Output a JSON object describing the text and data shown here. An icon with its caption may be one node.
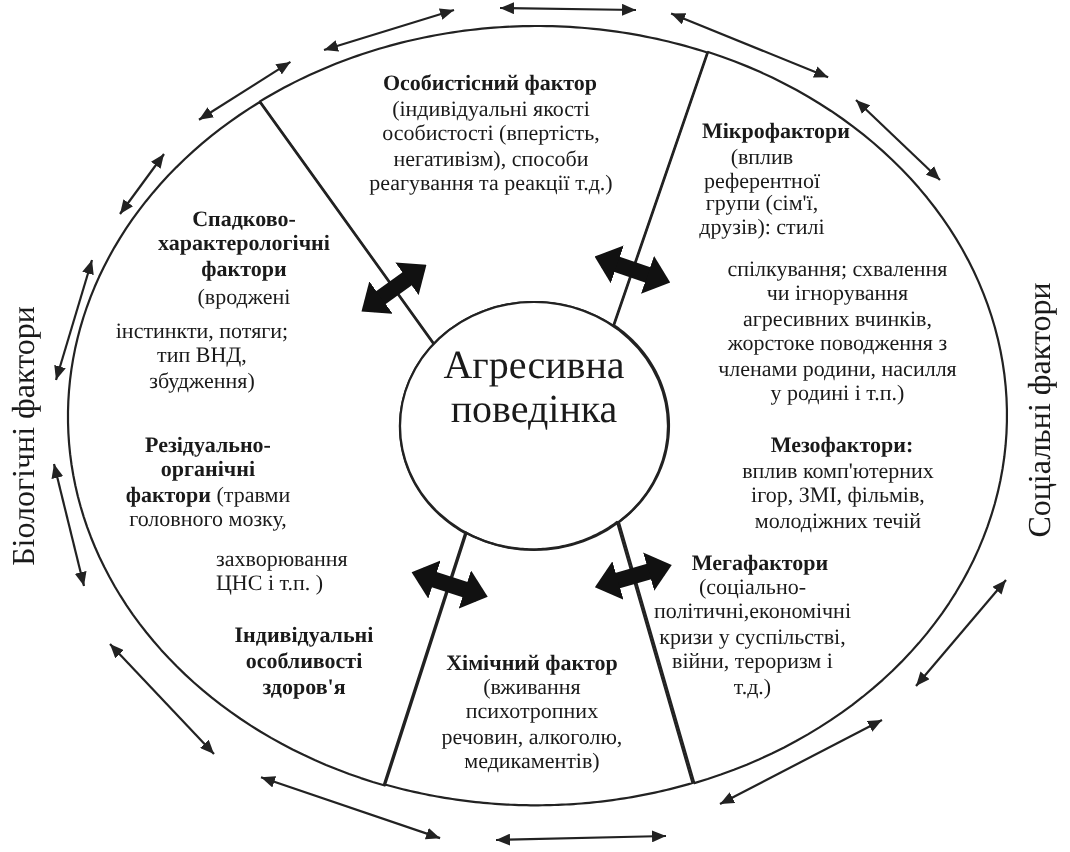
{
  "diagram": {
    "nodes": [
      {
        "text": [
          "Особистісний фактор",
          "(індивідуальні якості особистості (впертість, негативізм), способи реагування та реакції т.д.)"
        ]
      },
      {
        "text": [
          "Спадково-характерологічні фактори",
          "(вроджені",
          "інстинкти, потяги; тип ВНД, збудження)",
          "**Резідуально-органічні фактори** (травми головного мозку,",
          "захворювання ЦНС і т.п. )",
          "Індивідуальні особливості здоров'я"
        ],
        "beside": [
          "Біологічні фактори"
        ]
      },
      {
        "text": [
          "Агресивна поведінка"
        ]
      },
      {
        "text": [
          "Мікрофактори",
          "(вплив референтної групи (сім'ї, друзів): стилі",
          "спілкування; схвалення чи ігнорування агресивних вчинків, жорстоке поводження з членами родини, насилля у родині і т.п.)",
          "Мезофактори:",
          "вплив комп'ютерних ігор, ЗМІ, фільмів, молодіжних течій",
          "Мегафактори",
          "(соціально-політичні,економічні кризи у суспільстві, війни, тероризм і т.д.)"
        ],
        "beside": [
          "Соціальні фактори"
        ]
      },
      {
        "text": [
          "Хімічний фактор",
          "(вживання психотропних речовин, алкоголю, медикаментів)"
        ]
      }
    ],
    "edges": [
      {
        "from": 1,
        "to": 0,
        "arrow": "both"
      },
      {
        "from": 0,
        "to": 3,
        "arrow": "both"
      },
      {
        "from": 1,
        "to": 4,
        "arrow": "both"
      },
      {
        "from": 4,
        "to": 3,
        "arrow": "both"
      },
      {
        "from": 1,
        "to": 0,
        "arrow": "both"
      },
      {
        "from": 0,
        "to": 3,
        "arrow": "both"
      },
      {
        "from": 4,
        "to": 1,
        "arrow": "both"
      }
    ]
  }
}
